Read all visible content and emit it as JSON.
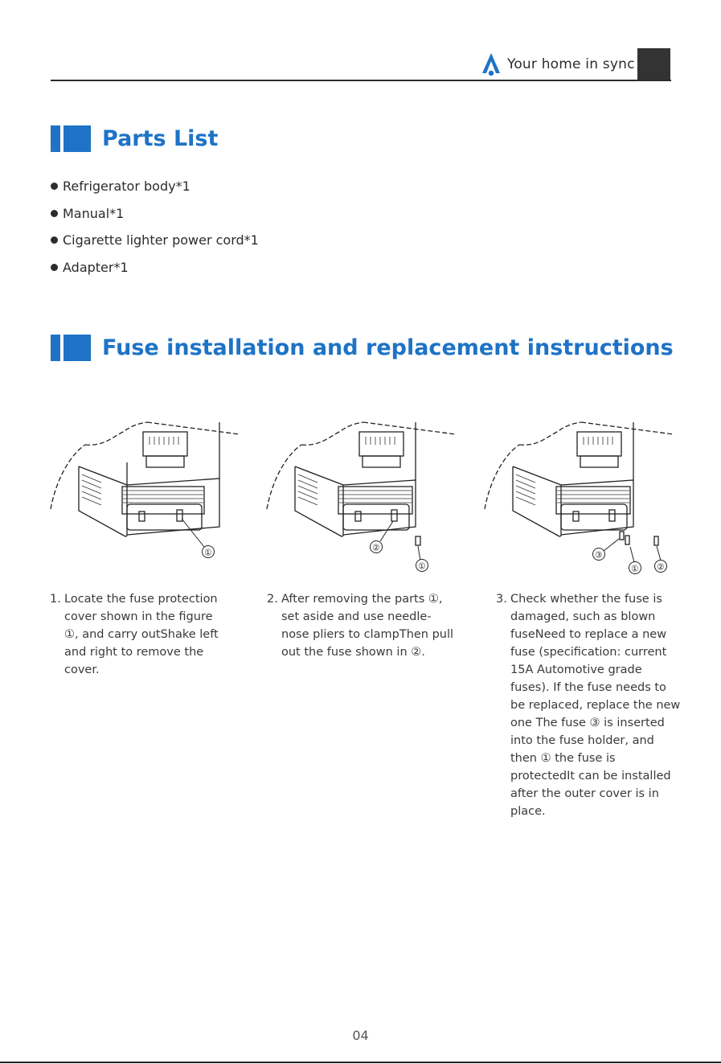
{
  "header": {
    "brand_text": "Your home in sync"
  },
  "colors": {
    "accent": "#1e73c6",
    "dark": "#333333",
    "text": "#3a3a3a"
  },
  "sections": {
    "parts": {
      "title": "Parts List",
      "items": [
        "Refrigerator body*1",
        "Manual*1",
        "Cigarette lighter power cord*1",
        "Adapter*1"
      ]
    },
    "fuse": {
      "title": "Fuse installation and replacement instructions",
      "figures": [
        {
          "callouts": [
            "①"
          ]
        },
        {
          "callouts": [
            "②",
            "①"
          ]
        },
        {
          "callouts": [
            "③",
            "①",
            "②"
          ]
        }
      ],
      "steps": [
        {
          "number": "1.",
          "text": "Locate the fuse protection cover shown in the figure ①, and carry outShake left and right to remove the cover."
        },
        {
          "number": "2.",
          "text": "After removing the parts ①, set aside and use needle-nose pliers to clampThen pull out the fuse shown in ②."
        },
        {
          "number": "3.",
          "text": "Check whether the fuse is damaged, such as blown fuseNeed to replace a new fuse (specification: current 15A Automotive grade fuses). If the fuse needs to be replaced, replace the new one The fuse ③ is inserted into the fuse holder, and then ① the fuse is protectedIt can be installed after the outer cover is in place."
        }
      ]
    }
  },
  "footer": {
    "page_number": "04"
  }
}
